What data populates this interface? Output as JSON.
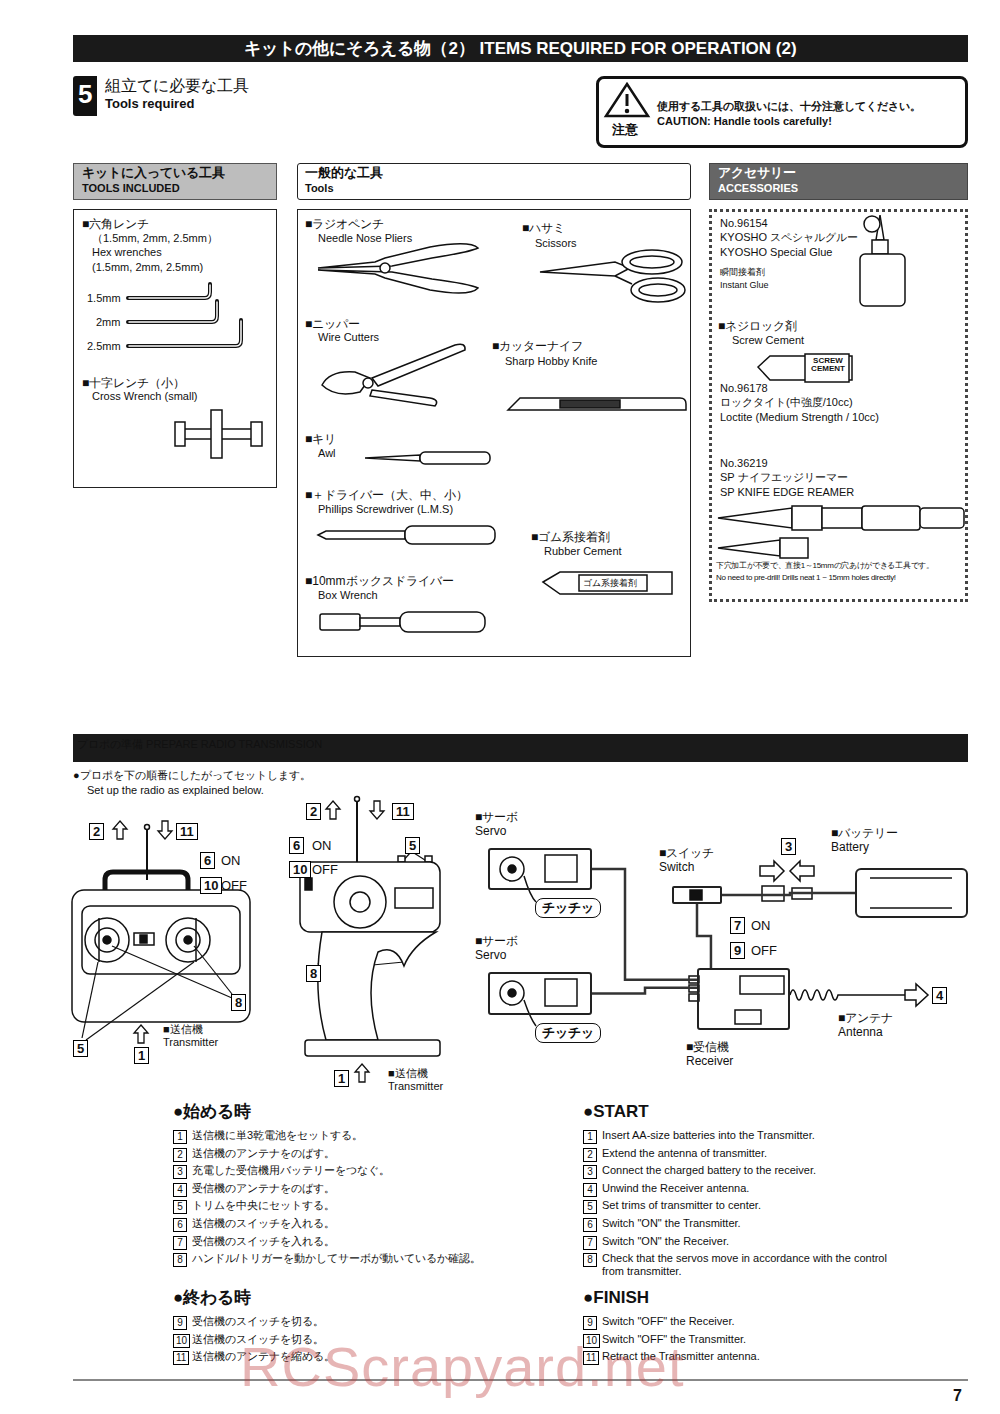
{
  "diagram": {
    "title": "キットの他にそろえる物（2） ITEMS REQUIRED FOR OPERATION (2)",
    "nodes": [
      {
        "text": [
          "5"
        ]
      },
      {
        "text": [
          "注意",
          "使用する工具の取扱いには、十分注意してください。",
          "CAUTION: Handle tools carefully!"
        ]
      },
      {
        "text": [
          "キットに入っている工具",
          "TOOLS INCLUDED"
        ]
      },
      {
        "text": [
          "■六角レンチ",
          "（1.5mm, 2mm, 2.5mm）",
          "Hex wrenches",
          "(1.5mm, 2mm, 2.5mm)",
          "1.5mm",
          "2mm",
          "2.5mm",
          "■十字レンチ（小）",
          "Cross Wrench (small)"
        ]
      },
      {
        "text": [
          "一般的な工具",
          "Tools"
        ]
      },
      {
        "text": [
          "■ラジオペンチ",
          "Needle Nose Pliers",
          "■ハサミ",
          "Scissors",
          "■ニッパー",
          "Wire Cutters",
          "■カッターナイフ",
          "Sharp Hobby Knife",
          "■キリ",
          "Awl",
          "■＋ドライバー（大、中、小）",
          "Phillips Screwdriver (L.M.S)",
          "■ゴム系接着剤",
          "Rubber Cement",
          "■10mmボックスドライバー",
          "Box Wrench"
        ]
      },
      {
        "text": [
          "アクセサリー",
          "ACCESSORIES"
        ]
      },
      {
        "text": [
          "No.96154",
          "KYOSHO スペシャルグルー",
          "KYOSHO Special Glue",
          "瞬間接着剤",
          "Instant Glue",
          "■ネジロック剤",
          "Screw Cement",
          "No.96178",
          "ロックタイト(中強度/10cc)",
          "Loctite (Medium Strength / 10cc)",
          "No.36219",
          "SP ナイフエッジリーマー",
          "SP KNIFE EDGE REAMER",
          "下穴加工が不要で、直接1～15mmの穴あけができる工具です。",
          "No need to pre-drill! Drills neat 1 ~ 15mm holes directly!"
        ]
      },
      {
        "text": [
          "プロポの準備 PREPARE RADIO TRANSMISSION"
        ]
      },
      {
        "text": [
          "■サーボ Servo"
        ]
      },
      {
        "text": [
          "■サーボ Servo"
        ]
      },
      {
        "text": [
          "■スイッチ Switch"
        ]
      },
      {
        "text": [
          "■バッテリー Battery"
        ]
      },
      {
        "text": [
          "■受信機 Receiver"
        ]
      }
    ],
    "edges": [
      {
        "from": 9,
        "to": 13,
        "arrow": "none"
      },
      {
        "from": 10,
        "to": 13,
        "arrow": "none"
      },
      {
        "from": 11,
        "to": 13,
        "arrow": "none"
      },
      {
        "from": 12,
        "to": 11,
        "arrow": "none"
      }
    ],
    "labels": [
      "組立てに必要な工具",
      "Tools required",
      "ゴム系接着剤",
      "SCREW CEMENT",
      "●プロポを下の順番にしたがってセットします。",
      "Set up the radio as explained below.",
      "2",
      "11",
      "6",
      "ON",
      "10",
      "OFF",
      "8",
      "5",
      "1",
      "■送信機 Transmitter",
      "2",
      "11",
      "6",
      "ON",
      "10",
      "OFF",
      "5",
      "8",
      "1",
      "■送信機 Transmitter",
      "チッチッ",
      "チッチッ",
      "3",
      "7",
      "ON",
      "9",
      "OFF",
      "■アンテナ Antenna",
      "4",
      "●始める時",
      "1",
      "送信機に単3乾電池をセットする。",
      "2",
      "送信機のアンテナをのばす。",
      "3",
      "充電した受信機用バッテリーをつなぐ。",
      "4",
      "受信機のアンテナをのばす。",
      "5",
      "トリムを中央にセットする。",
      "6",
      "送信機のスイッチを入れる。",
      "7",
      "受信機のスイッチを入れる。",
      "8",
      "ハンドル/トリガーを動かしてサーボが動いているか確認。",
      "●START",
      "1",
      "Insert AA-size batteries into the Transmitter.",
      "2",
      "Extend the antenna of transmitter.",
      "3",
      "Connect the charged battery to the receiver.",
      "4",
      "Unwind the Receiver antenna.",
      "5",
      "Set trims of transmitter to center.",
      "6",
      "Switch \"ON\" the Transmitter.",
      "7",
      "Switch \"ON\" the Receiver.",
      "8",
      "Check that the servos move in accordance with the control from transmitter.",
      "●終わる時",
      "9",
      "受信機のスイッチを切る。",
      "10",
      "送信機のスイッチを切る。",
      "11",
      "送信機のアンテナを縮める。",
      "●FINISH",
      "9",
      "Switch \"OFF\" the Receiver.",
      "10",
      "Switch \"OFF\" the Transmitter.",
      "11",
      "Retract the Transmitter antenna.",
      "7",
      "RCScrapyard.net"
    ]
  }
}
